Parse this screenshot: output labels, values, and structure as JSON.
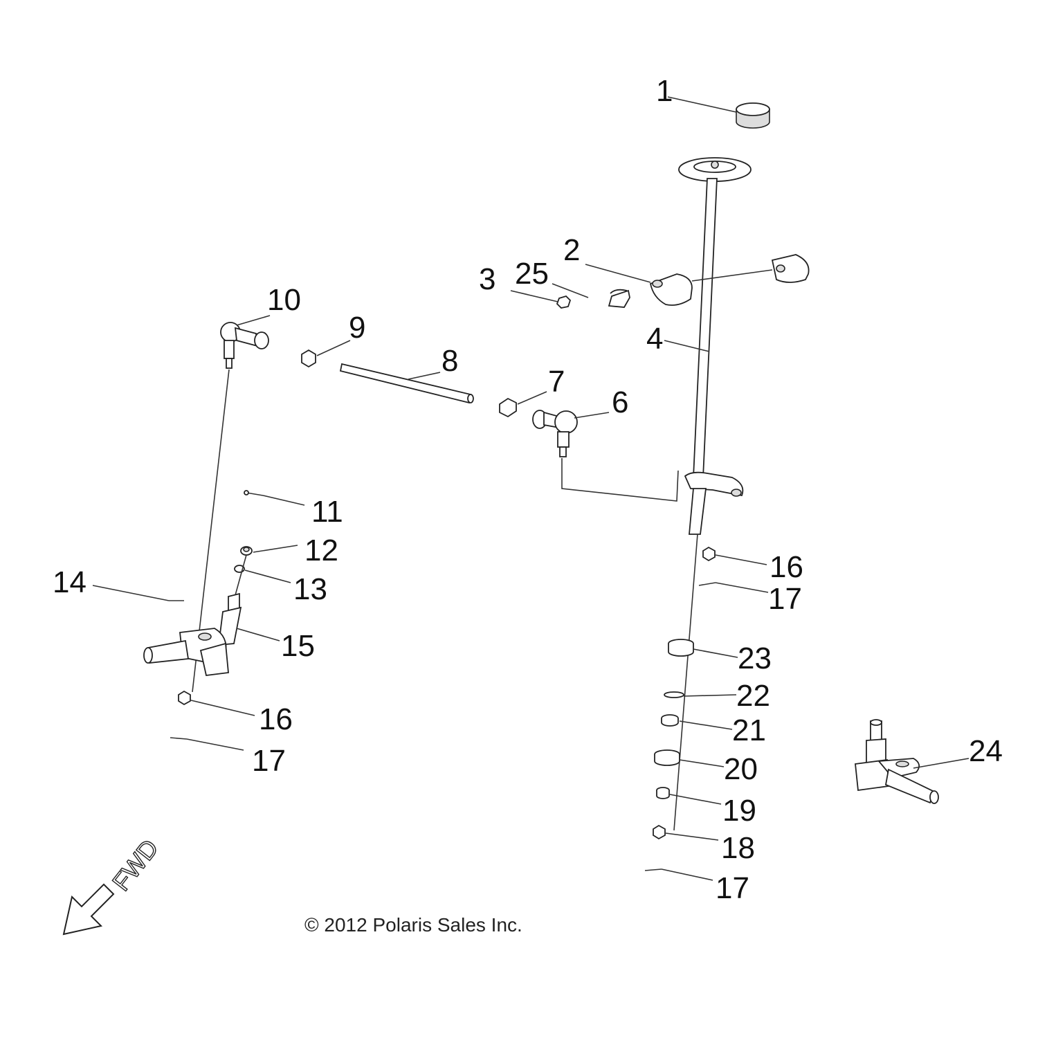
{
  "callouts": {
    "c1": "1",
    "c2": "2",
    "c3": "3",
    "c25": "25",
    "c4": "4",
    "c10": "10",
    "c9": "9",
    "c8": "8",
    "c7": "7",
    "c6": "6",
    "c11": "11",
    "c12": "12",
    "c13": "13",
    "c14": "14",
    "c15": "15",
    "c16a": "16",
    "c17a": "17",
    "c16b": "16",
    "c17b": "17",
    "c23": "23",
    "c22": "22",
    "c21": "21",
    "c20": "20",
    "c19": "19",
    "c18": "18",
    "c17c": "17",
    "c24": "24"
  },
  "direction_label": "FWD",
  "copyright": "© 2012 Polaris Sales Inc."
}
